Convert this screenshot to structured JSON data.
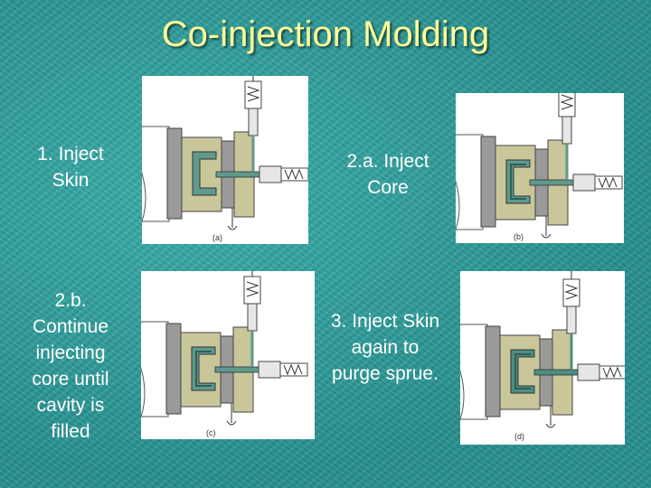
{
  "slide": {
    "title": "Co-injection Molding"
  },
  "steps": [
    {
      "label": "1. Inject Skin",
      "caption": "(a)"
    },
    {
      "label": "2.a. Inject Core",
      "caption": "(b)"
    },
    {
      "label": "2.b. Continue injecting core until cavity is filled",
      "caption": "(c)"
    },
    {
      "label": "3. Inject Skin again to purge sprue.",
      "caption": "(d)"
    }
  ],
  "colors": {
    "background": "#2c9a98",
    "title": "#ffff99",
    "label": "#ffffff",
    "mold_khaki": "#c9c69a",
    "mold_gray": "#9a9a9a",
    "skin_teal": "#5f9a8c"
  }
}
